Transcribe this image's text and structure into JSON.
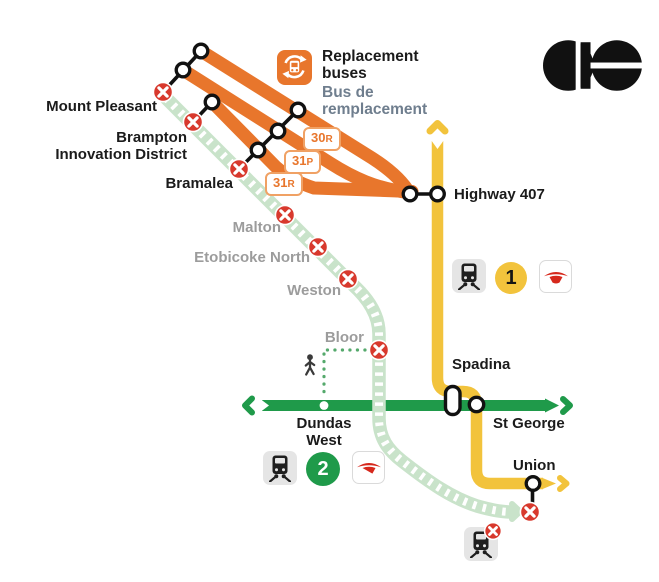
{
  "diagram": {
    "type": "transit-service-map",
    "brand": "GO Transit"
  },
  "legend": {
    "icon": "replacement-bus-icon",
    "en_lines": [
      "Replacement",
      "buses"
    ],
    "fr_lines": [
      "Bus de",
      "remplacement"
    ]
  },
  "routes": [
    {
      "number": "30",
      "suffix": "R"
    },
    {
      "number": "31",
      "suffix": "P"
    },
    {
      "number": "31",
      "suffix": "R"
    }
  ],
  "stations": {
    "mount_pleasant": {
      "label": "Mount Pleasant",
      "closed": true
    },
    "brampton_innovation_district": {
      "lines": [
        "Brampton",
        "Innovation District"
      ],
      "closed": true
    },
    "bramalea": {
      "label": "Bramalea",
      "closed": true
    },
    "malton": {
      "label": "Malton",
      "closed": true
    },
    "etobicoke_north": {
      "label": "Etobicoke North",
      "closed": true
    },
    "weston": {
      "label": "Weston",
      "closed": true
    },
    "bloor": {
      "label": "Bloor",
      "closed": true
    },
    "highway_407": {
      "label": "Highway 407",
      "closed": false
    },
    "spadina": {
      "label": "Spadina",
      "closed": false
    },
    "st_george": {
      "label": "St George",
      "closed": false
    },
    "union": {
      "label": "Union",
      "go_service_closed": true
    },
    "dundas_west": {
      "lines": [
        "Dundas",
        "West"
      ],
      "closed": false
    }
  },
  "ttc": {
    "line1_badge": "1",
    "line2_badge": "2",
    "logo": "ttc-logo"
  },
  "icons": {
    "go_logo": "go-transit-logo",
    "train": "go-train-icon",
    "walking": "walking-person-icon",
    "closed": "closed-x-icon",
    "replacement": "replacement-bus-icon"
  },
  "colors": {
    "go_orange": "#E8762C",
    "ttc_line1_yellow": "#F2C33C",
    "ttc_line2_green": "#1F9A4A",
    "closed_hatch_green": "#C9E3CA",
    "walk_dotted_green": "#55A96C",
    "closed_red": "#D8392D",
    "ttc_red": "#D6281C",
    "label_gray": "#9C9C9C",
    "label_black": "#1B1B1B",
    "legend_fr_slate": "#6F7E8E"
  }
}
